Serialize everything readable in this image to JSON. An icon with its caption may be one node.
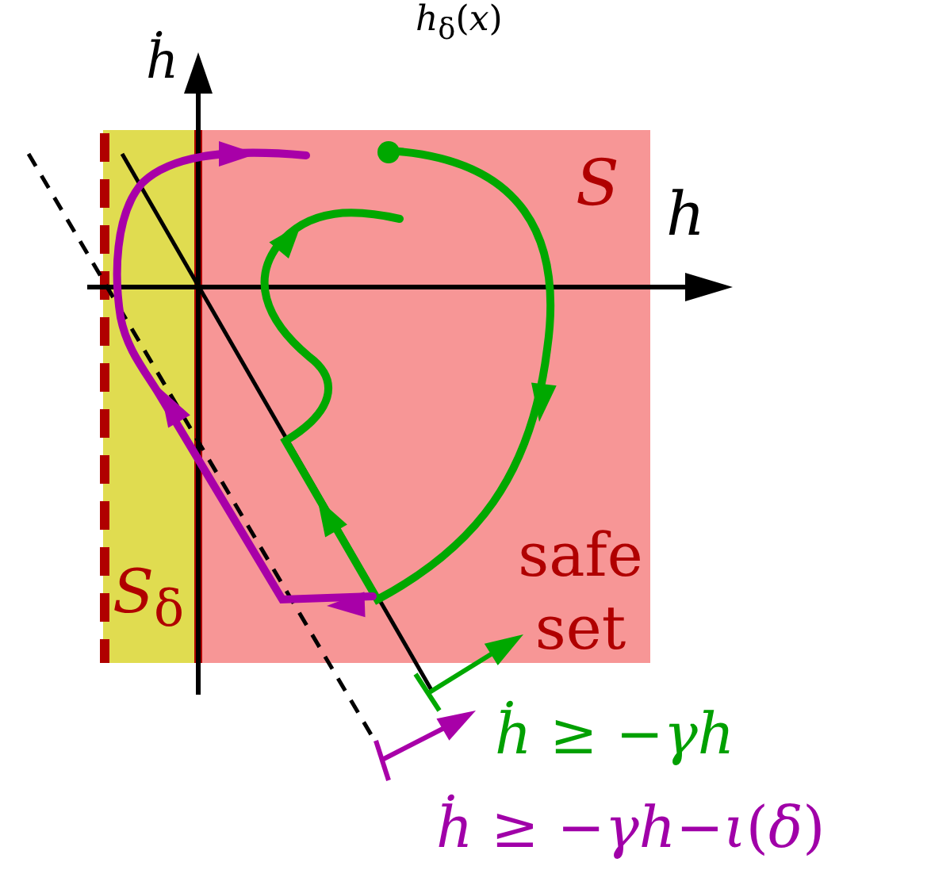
{
  "diagram": {
    "nodes": [
      {
        "text": [
          "*S*",
          "safe set"
        ]
      },
      {
        "text": [
          "*S*$_{δ}$"
        ]
      }
    ],
    "labels": [
      "*h*$_{δ}$(*x*)",
      "*ḣ*",
      "*h*",
      "*ḣ* ≥ −*γh*",
      "*ḣ* ≥ −*γh*−*ι*(*δ*)"
    ]
  }
}
